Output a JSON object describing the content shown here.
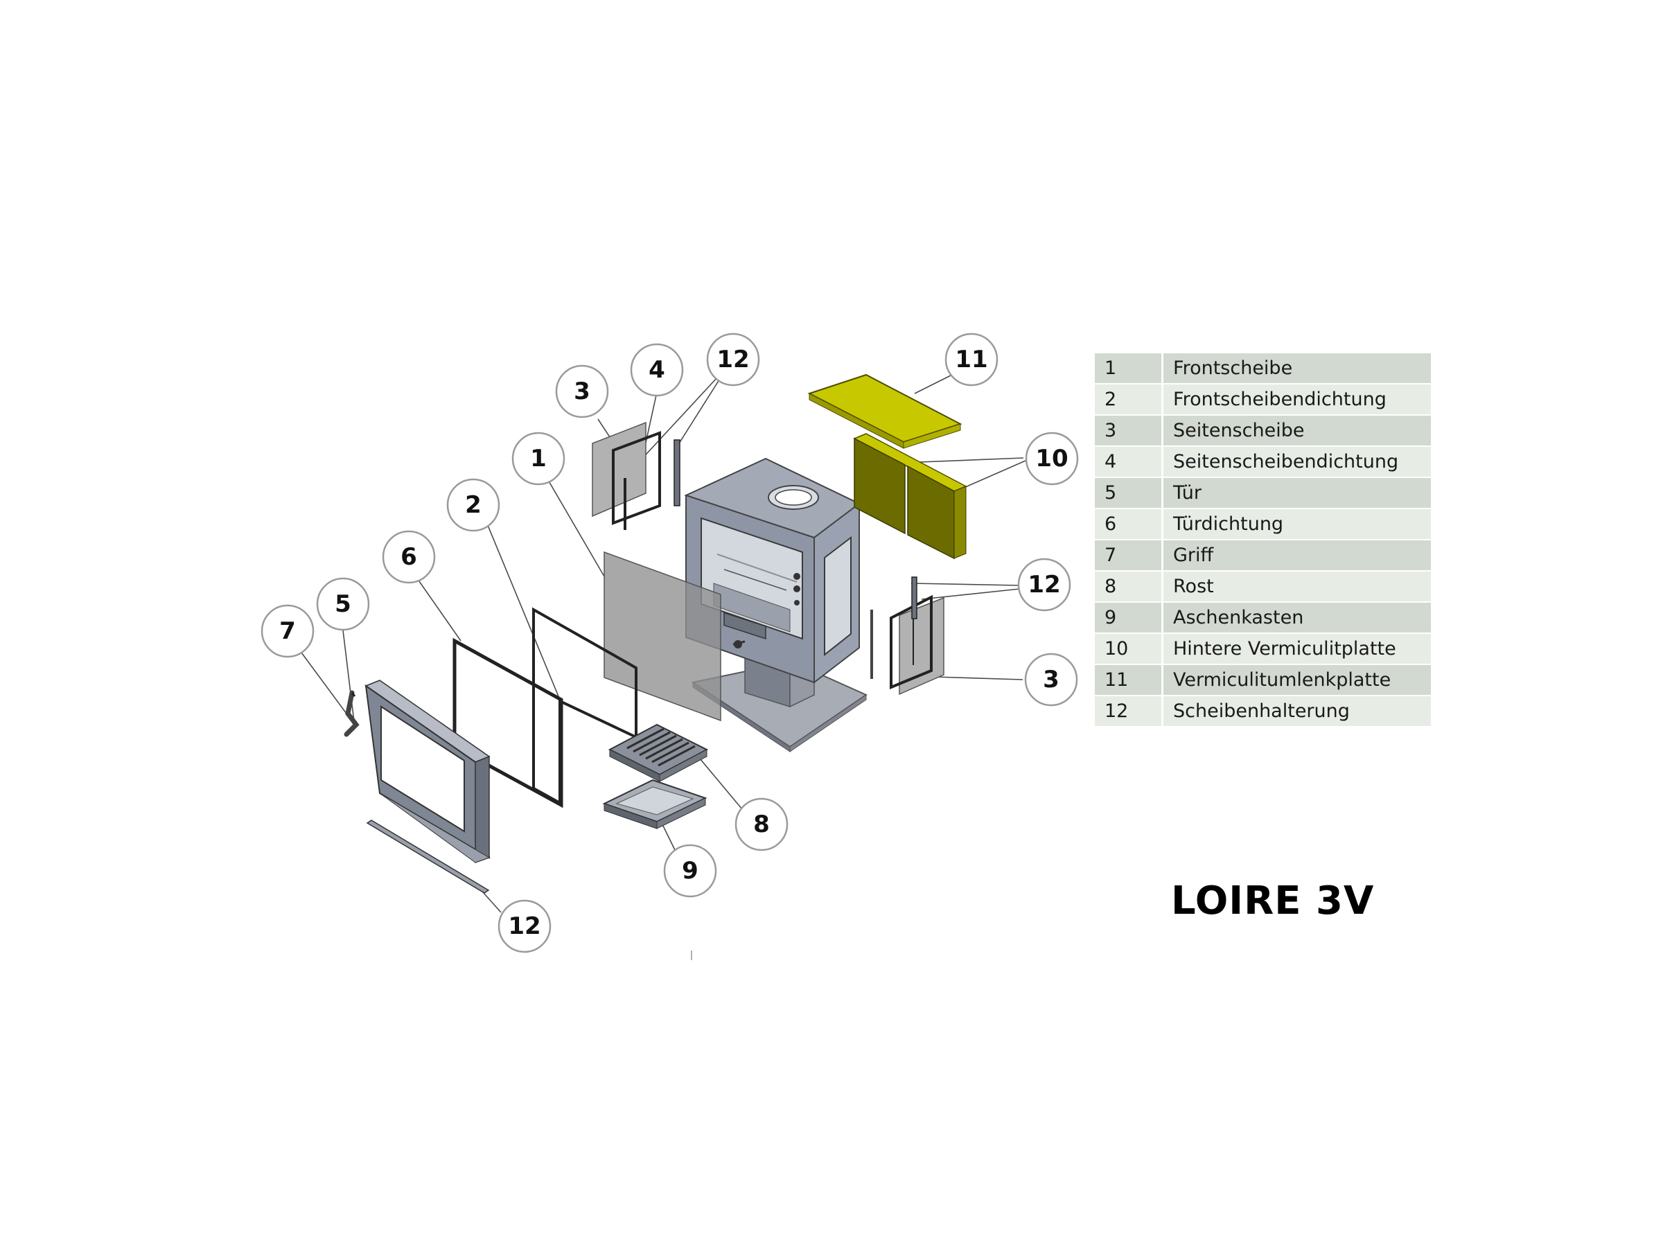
{
  "title": "LOIRE 3V",
  "parts": [
    {
      "number": "1",
      "name": "Frontscheibe"
    },
    {
      "number": "2",
      "name": "Frontscheibendichtung"
    },
    {
      "number": "3",
      "name": "Seitenscheibe"
    },
    {
      "number": "4",
      "name": "Seitenscheibendichtung"
    },
    {
      "number": "5",
      "name": "Tür"
    },
    {
      "number": "6",
      "name": "Türdichtung"
    },
    {
      "number": "7",
      "name": "Griff"
    },
    {
      "number": "8",
      "name": "Rost"
    },
    {
      "number": "9",
      "name": "Aschenkasten"
    },
    {
      "number": "10",
      "name": "Hintere Vermiculitplatte"
    },
    {
      "number": "11",
      "name": "Vermiculitumlenkplatte"
    },
    {
      "number": "12",
      "name": "Scheibenhalterung"
    }
  ],
  "callouts": {
    "c1": "1",
    "c2": "2",
    "c3a": "3",
    "c3b": "3",
    "c4": "4",
    "c5": "5",
    "c6": "6",
    "c7": "7",
    "c8": "8",
    "c9": "9",
    "c10": "10",
    "c11": "11",
    "c12a": "12",
    "c12b": "12",
    "c12c": "12"
  },
  "colors": {
    "stove_body": "#8e96a6",
    "glass": "#a8a8a8",
    "vermiculite_light": "#c8c800",
    "vermiculite_dark": "#6b6b00",
    "legend_row_dark": "#d2d9d0",
    "legend_row_light": "#e7ece5"
  }
}
